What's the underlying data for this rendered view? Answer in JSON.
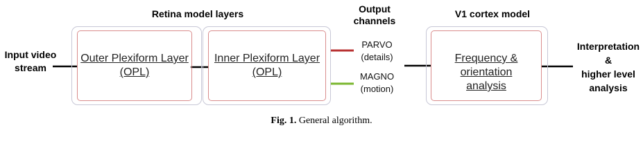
{
  "headers": {
    "retina": "Retina model layers",
    "output_line1": "Output",
    "output_line2": "channels",
    "v1": "V1 cortex model"
  },
  "input": {
    "line1": "Input video",
    "line2": "stream"
  },
  "blocks": {
    "opl": {
      "line1": "Outer Plexiform Layer",
      "line2": "(OPL)"
    },
    "ipl": {
      "line1": "Inner Plexiform Layer",
      "line2": "(OPL)"
    },
    "v1": {
      "line1": "Frequency & orientation",
      "line2": "analysis"
    }
  },
  "channels": {
    "parvo": {
      "name": "PARVO",
      "desc": "(details)",
      "color": "#b83232"
    },
    "magno": {
      "name": "MAGNO",
      "desc": "(motion)",
      "color": "#7ab62e"
    }
  },
  "output": {
    "line1": "Interpretation",
    "line2": "&",
    "line3": "higher level",
    "line4": "analysis"
  },
  "caption": {
    "label": "Fig. 1.",
    "text": "General algorithm."
  }
}
